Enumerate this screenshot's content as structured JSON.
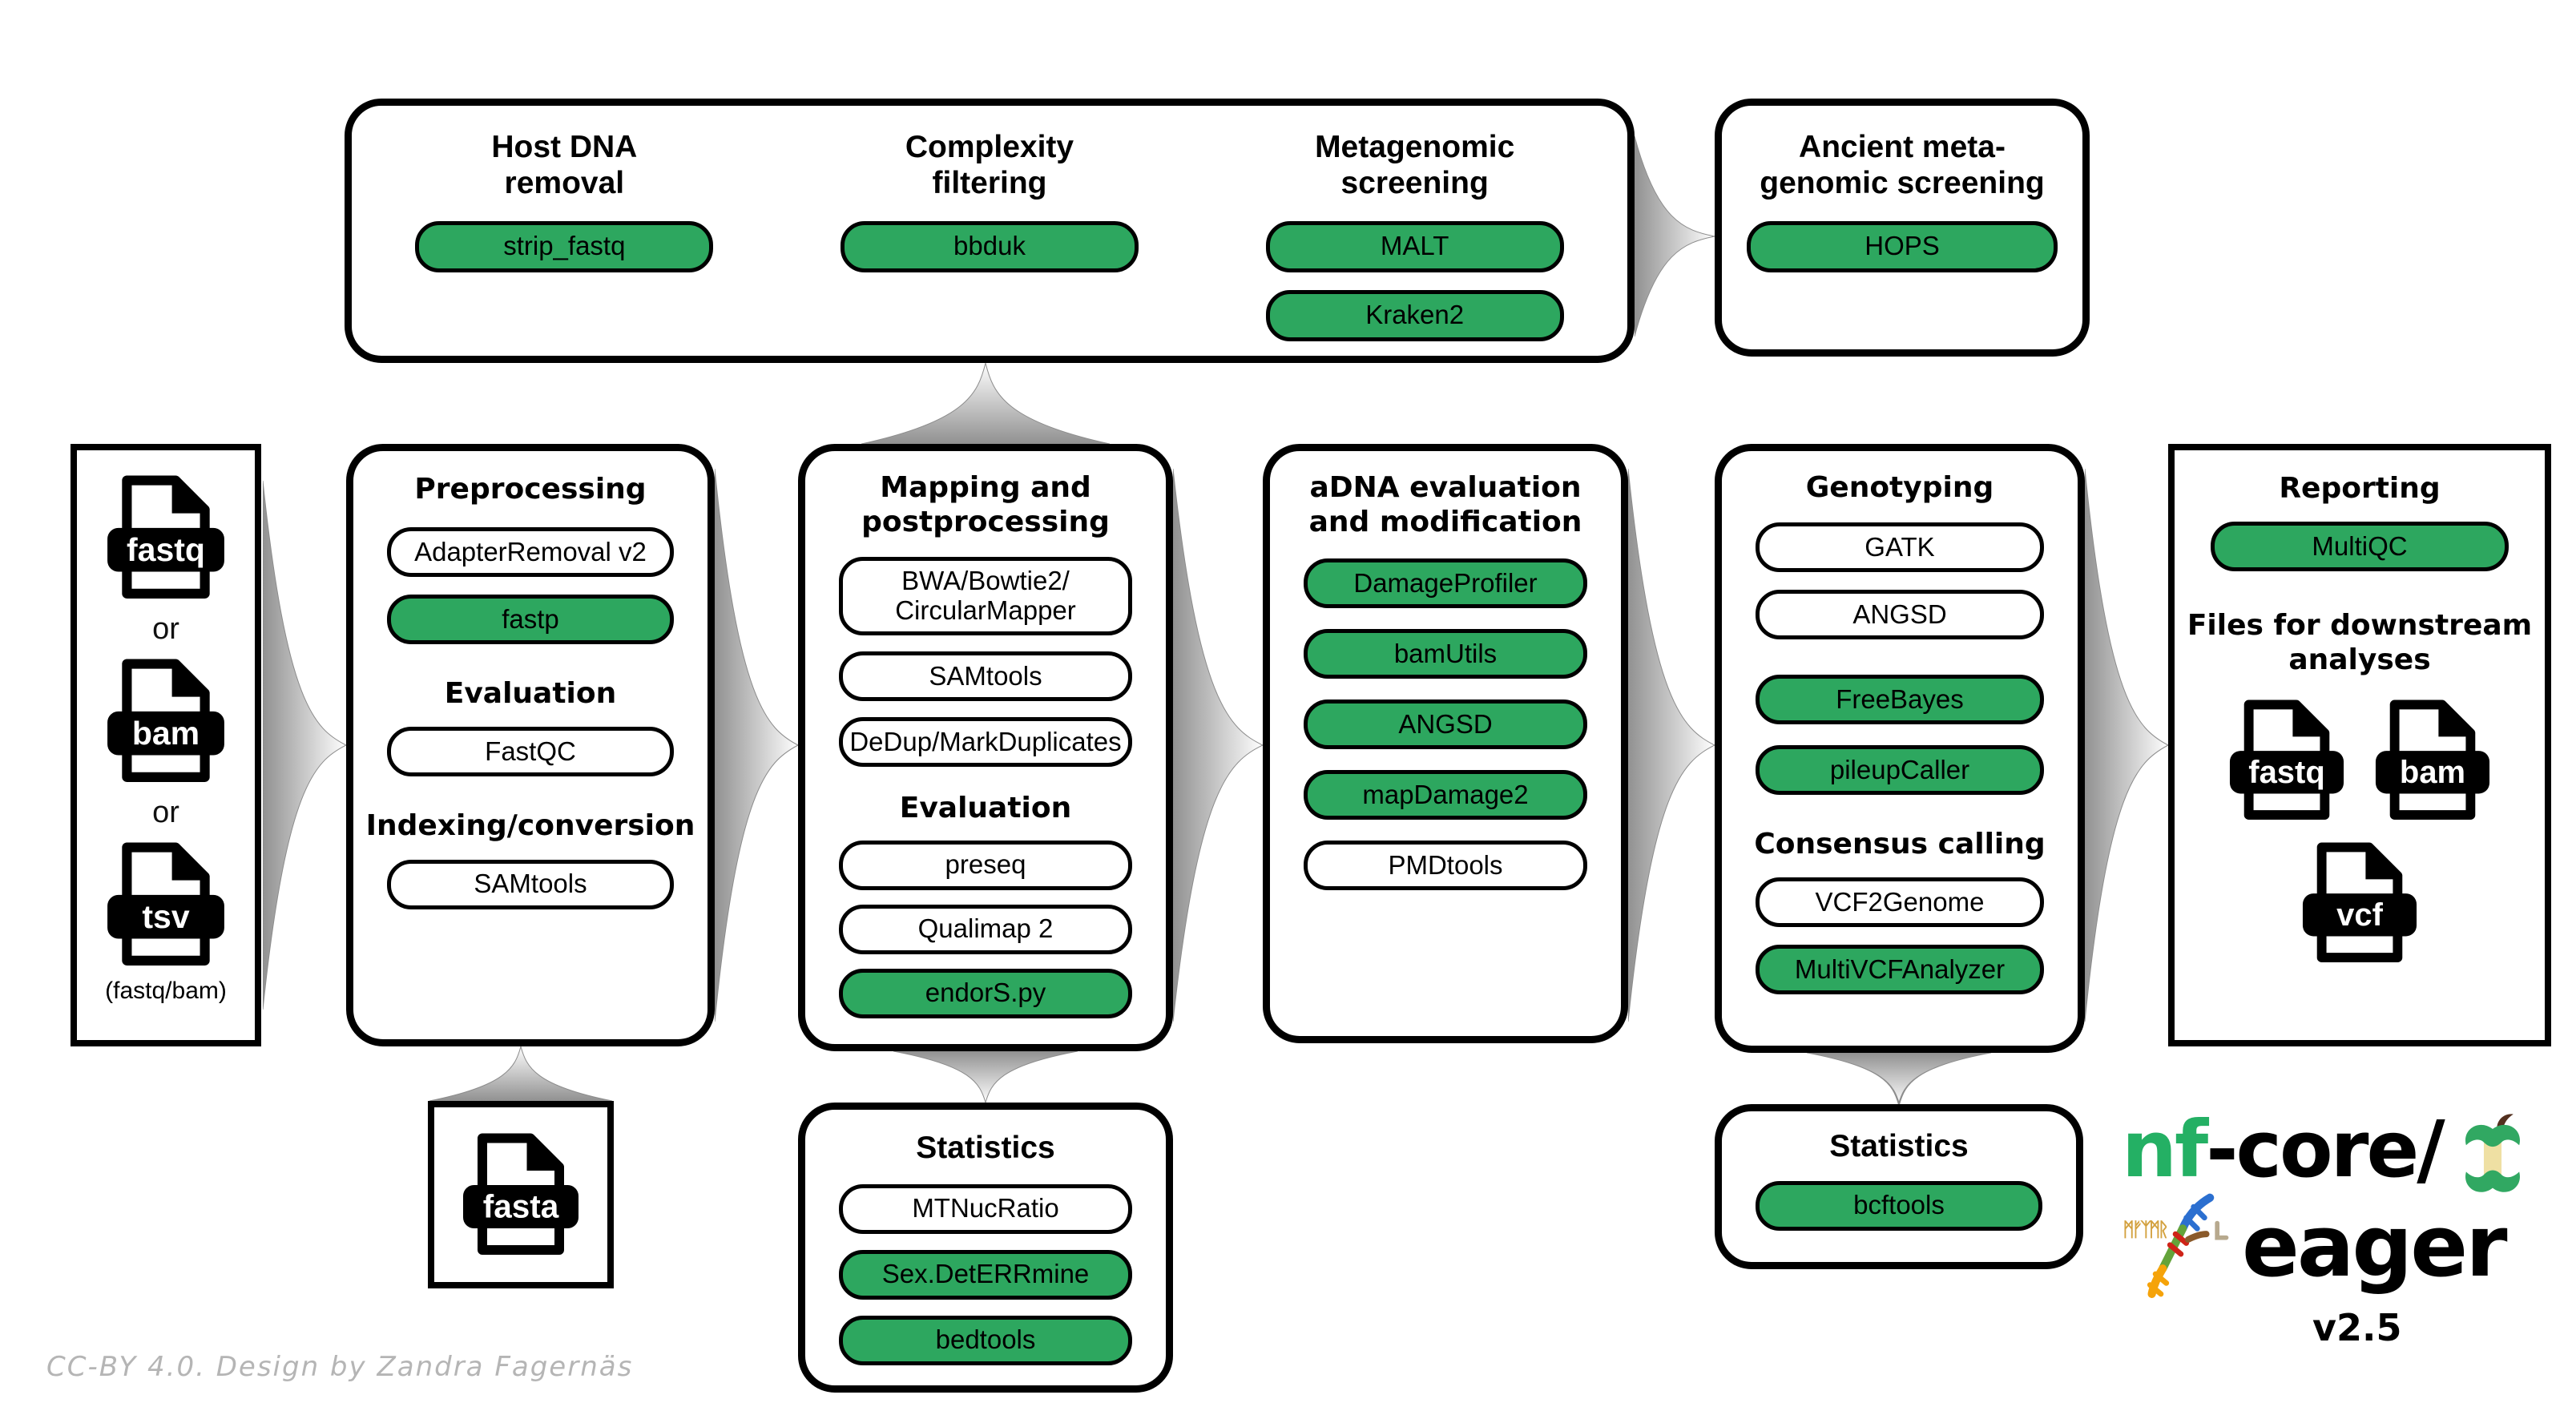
{
  "colors": {
    "green": "#2da75f",
    "arrow_gray": "#919191",
    "logo_green": "#24b064"
  },
  "input": {
    "files": [
      "fastq",
      "bam",
      "tsv"
    ],
    "separator": "or",
    "caption": "(fastq/bam)"
  },
  "top": {
    "columns": [
      {
        "title1": "Host DNA",
        "title2": "removal",
        "tools": [
          {
            "label": "strip_fastq",
            "green": true
          }
        ]
      },
      {
        "title1": "Complexity",
        "title2": "filtering",
        "tools": [
          {
            "label": "bbduk",
            "green": true
          }
        ]
      },
      {
        "title1": "Metagenomic",
        "title2": "screening",
        "tools": [
          {
            "label": "MALT",
            "green": true
          },
          {
            "label": "Kraken2",
            "green": true
          }
        ]
      }
    ]
  },
  "ancient": {
    "title1": "Ancient meta-",
    "title2": "genomic screening",
    "tools": [
      {
        "label": "HOPS",
        "green": true
      }
    ]
  },
  "preprocessing": {
    "title": "Preprocessing",
    "tools": [
      {
        "label": "AdapterRemoval v2",
        "green": false
      },
      {
        "label": "fastp",
        "green": true
      }
    ],
    "sub1": "Evaluation",
    "sub1_tools": [
      {
        "label": "FastQC",
        "green": false
      }
    ],
    "sub2": "Indexing/conversion",
    "sub2_tools": [
      {
        "label": "SAMtools",
        "green": false
      }
    ]
  },
  "mapping": {
    "title1": "Mapping and",
    "title2": "postprocessing",
    "tools": [
      {
        "label1": "BWA/Bowtie2/",
        "label2": "CircularMapper",
        "green": false
      },
      {
        "label": "SAMtools",
        "green": false
      },
      {
        "label": "DeDup/MarkDuplicates",
        "green": false
      }
    ],
    "sub1": "Evaluation",
    "sub1_tools": [
      {
        "label": "preseq",
        "green": false
      },
      {
        "label": "Qualimap 2",
        "green": false
      },
      {
        "label": "endorS.py",
        "green": true
      }
    ]
  },
  "adna": {
    "title1": "aDNA evaluation",
    "title2": "and modification",
    "tools": [
      {
        "label": "DamageProfiler",
        "green": true
      },
      {
        "label": "bamUtils",
        "green": true
      },
      {
        "label": "ANGSD",
        "green": true
      },
      {
        "label": "mapDamage2",
        "green": true
      },
      {
        "label": "PMDtools",
        "green": false
      }
    ]
  },
  "genotyping": {
    "title": "Genotyping",
    "tools": [
      {
        "label": "GATK",
        "green": false
      },
      {
        "label": "ANGSD",
        "green": false
      },
      {
        "label": "FreeBayes",
        "green": true
      },
      {
        "label": "pileupCaller",
        "green": true
      }
    ],
    "sub1": "Consensus calling",
    "sub1_tools": [
      {
        "label": "VCF2Genome",
        "green": false
      },
      {
        "label": "MultiVCFAnalyzer",
        "green": true
      }
    ]
  },
  "reporting": {
    "title": "Reporting",
    "tools": [
      {
        "label": "MultiQC",
        "green": true
      }
    ],
    "downstream_title1": "Files for downstream",
    "downstream_title2": "analyses",
    "files": [
      "fastq",
      "bam",
      "vcf"
    ]
  },
  "reference": {
    "file": "fasta"
  },
  "stats_mapping": {
    "title": "Statistics",
    "tools": [
      {
        "label": "MTNucRatio",
        "green": false
      },
      {
        "label": "Sex.DetERRmine",
        "green": true
      },
      {
        "label": "bedtools",
        "green": true
      }
    ]
  },
  "stats_genotyping": {
    "title": "Statistics",
    "tools": [
      {
        "label": "bcftools",
        "green": true
      }
    ]
  },
  "logo": {
    "brand_prefix": "nf",
    "brand_suffix": "-core/",
    "pipeline": "eager",
    "version": "v2.5",
    "runes": "ᛗᚠᛉᛗᚱ"
  },
  "credit": "CC-BY 4.0. Design by Zandra Fagernäs"
}
